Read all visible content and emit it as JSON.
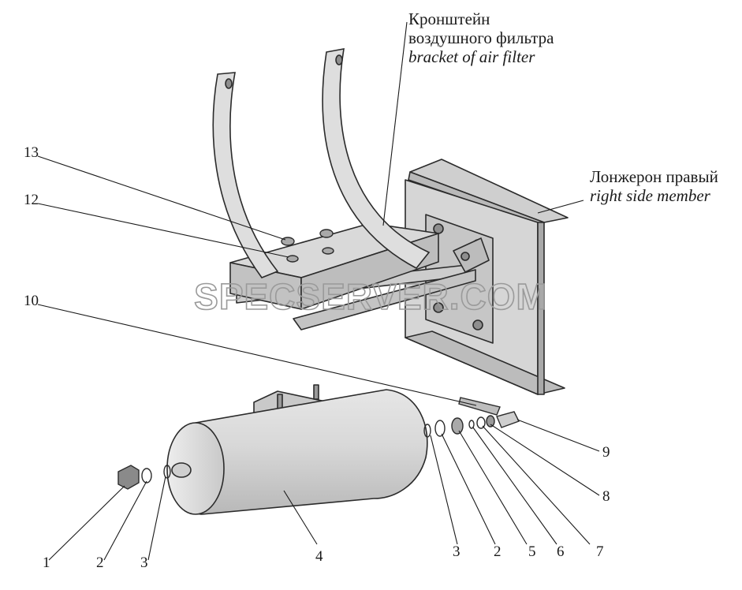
{
  "callouts": {
    "bracket": {
      "ru": "Кронштейн воздушного фильтра",
      "ru_line1": "Кронштейн",
      "ru_line2": "воздушного фильтра",
      "en": "bracket of air filter"
    },
    "member": {
      "ru": "Лонжерон правый",
      "en": "right side member"
    }
  },
  "watermark": "SPECSERVER.COM",
  "part_numbers": {
    "n13": "13",
    "n12": "12",
    "n10": "10",
    "n9": "9",
    "n8": "8",
    "n7": "7",
    "n6": "6",
    "n5": "5",
    "n2b": "2",
    "n3b": "3",
    "n4": "4",
    "n3a": "3",
    "n2a": "2",
    "n1": "1"
  },
  "colors": {
    "part_fill": "#d4d4d4",
    "part_shade": "#bdbdbd",
    "outline": "#2b2b2b",
    "leader": "#1a1a1a"
  }
}
